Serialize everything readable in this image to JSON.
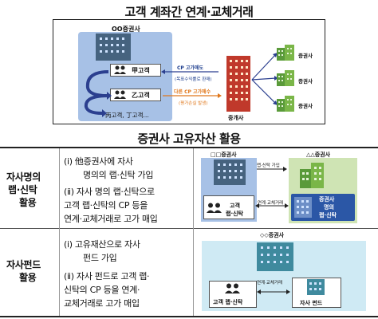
{
  "top_title": "고객 계좌간 연계·교체거래",
  "top": {
    "own_firm": "OO증권사",
    "client_a": "甲고객",
    "client_b": "乙고객",
    "client_others": "丙고객, 丁고객…",
    "cp_sell_label": "CP 고가매도",
    "cp_sell_note": "(목표수익률로 환매)",
    "cp_buy_label": "다른 CP 고가매수",
    "cp_buy_note": "(평가손실 발생)",
    "broker_label": "중개사",
    "firm_labels": [
      "증권사",
      "증권사",
      "증권사"
    ]
  },
  "bottom_title": "증권사 고유자산 활용",
  "rows": [
    {
      "heading": [
        "자사명의",
        "랩·신탁",
        "활용"
      ],
      "line1": "(ⅰ) 他증권사에 자사",
      "line1_cont": "명의의 랩·신탁 가입",
      "line2": "(ⅱ) 자사 명의 랩·신탁으로",
      "line3": "고객 랩·신탁의 CP 등을",
      "line4": "연계·교체거래로 고가 매입",
      "firm_a": "□□증권사",
      "firm_b": "△△증권사",
      "join_label": "랩·신탁 가입",
      "trade_label": "연계·교체거래",
      "client_box": "고객",
      "client_box2": "랩·신탁",
      "inner_box1": "증권사",
      "inner_box2": "명의",
      "inner_box3": "랩·신탁"
    },
    {
      "heading": [
        "자사펀드",
        "활용"
      ],
      "line1": "(ⅰ) 고유재산으로 자사",
      "line1_cont": "펀드 가입",
      "line2": "(ⅱ) 자사 펀드로 고객 랩·",
      "line3": "신탁의 CP 등을 연계·",
      "line4": "교체거래로 고가 매입",
      "firm": "◇◇증권사",
      "trade_label": "연계·교체거래",
      "client_box": "고객 랩·신탁",
      "fund_box": "자사 펀드"
    }
  ],
  "colors": {
    "navy": "#2b3f8f",
    "blue_panel": "#a7c1e6",
    "green_panel": "#cfe4b4",
    "teal_panel": "#cfeaf4",
    "orange": "#e0781c",
    "red_building": "#c0392b"
  }
}
